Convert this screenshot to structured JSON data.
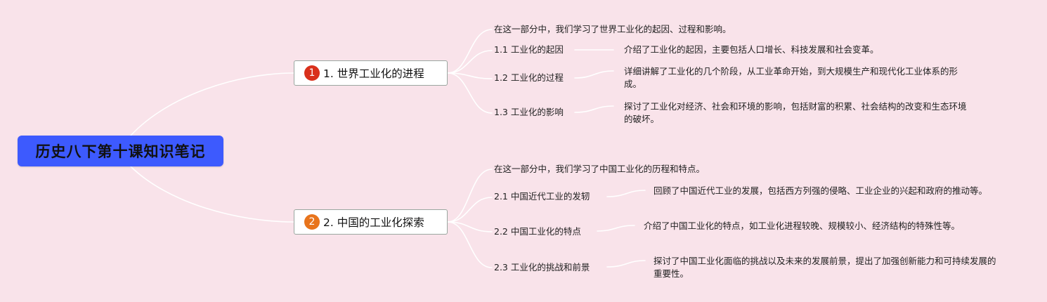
{
  "root": {
    "title": "历史八下第十课知识笔记"
  },
  "colors": {
    "background": "#f9e3ea",
    "root": "#3d5afe",
    "badge_1": "#d9301b",
    "badge_2": "#e8741c",
    "line": "#ffffff"
  },
  "branches": [
    {
      "badge": "1",
      "label": "1. 世界工业化的进程",
      "intro": "在这一部分中，我们学习了世界工业化的起因、过程和影响。",
      "topics": [
        {
          "label": "1.1 工业化的起因",
          "desc": "介绍了工业化的起因，主要包括人口增长、科技发展和社会变革。"
        },
        {
          "label": "1.2 工业化的过程",
          "desc": "详细讲解了工业化的几个阶段，从工业革命开始，到大规模生产和现代化工业体系的形成。"
        },
        {
          "label": "1.3 工业化的影响",
          "desc": "探讨了工业化对经济、社会和环境的影响，包括财富的积累、社会结构的改变和生态环境的破坏。"
        }
      ]
    },
    {
      "badge": "2",
      "label": "2. 中国的工业化探索",
      "intro": "在这一部分中，我们学习了中国工业化的历程和特点。",
      "topics": [
        {
          "label": "2.1 中国近代工业的发轫",
          "desc": "回顾了中国近代工业的发展，包括西方列强的侵略、工业企业的兴起和政府的推动等。"
        },
        {
          "label": "2.2 中国工业化的特点",
          "desc": "介绍了中国工业化的特点，如工业化进程较晚、规模较小、经济结构的特殊性等。"
        },
        {
          "label": "2.3 工业化的挑战和前景",
          "desc": "探讨了中国工业化面临的挑战以及未来的发展前景，提出了加强创新能力和可持续发展的重要性。"
        }
      ]
    }
  ]
}
